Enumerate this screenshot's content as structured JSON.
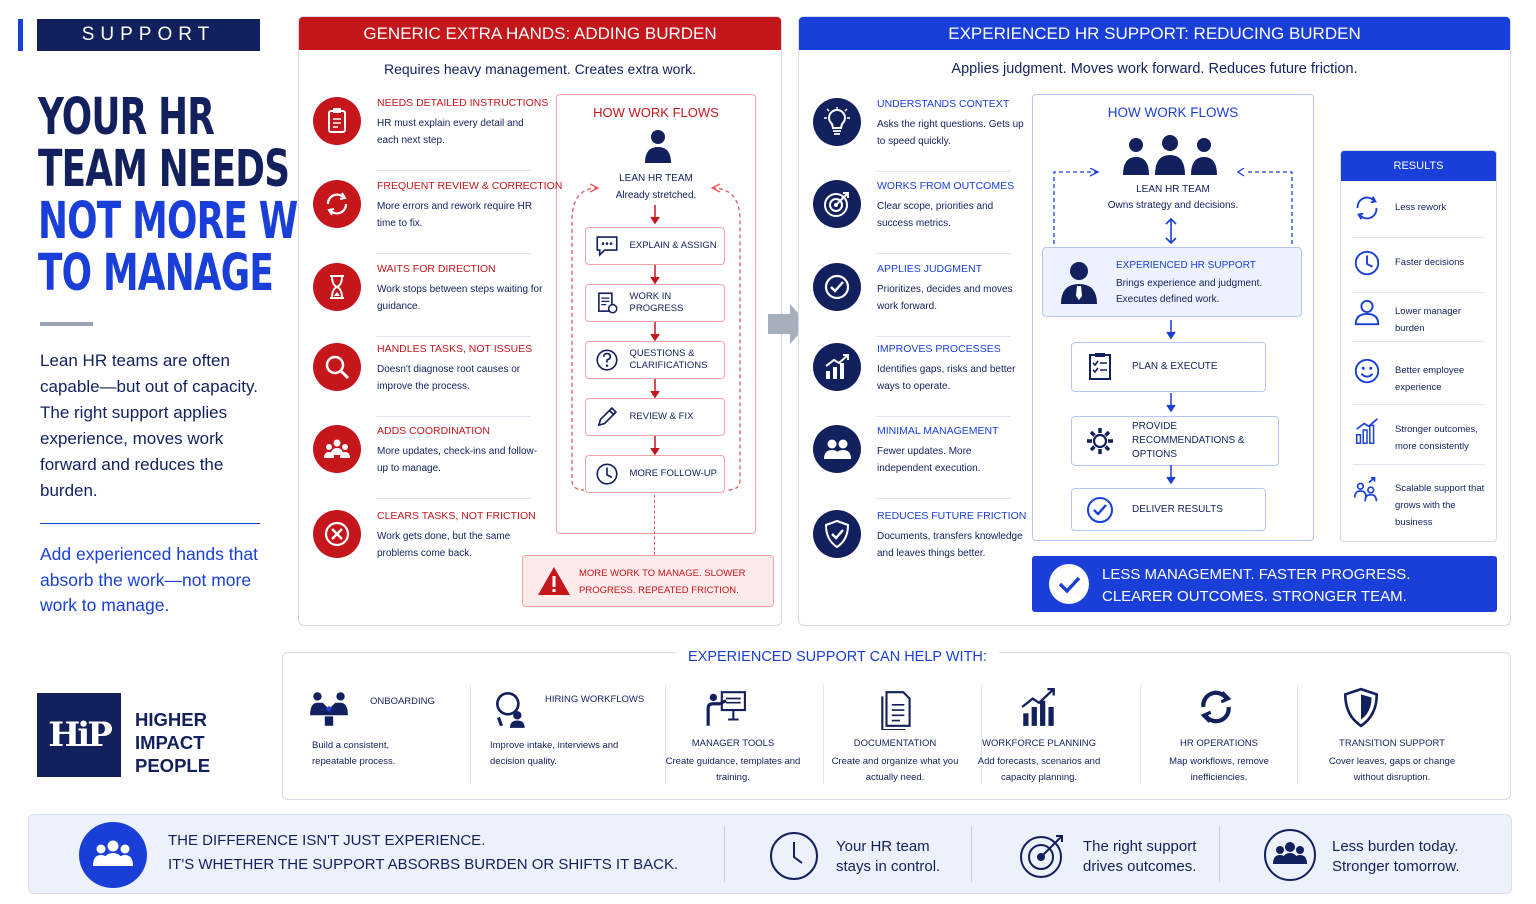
{
  "sidebar": {
    "tag": "SUPPORT",
    "headline_1": "YOUR HR",
    "headline_2": "TEAM NEEDS HELP",
    "headline_3": "NOT MORE WORK",
    "headline_4": "TO MANAGE",
    "lead": "Lean HR teams are often capable—but out of capacity. The right support applies experience, moves work forward and reduces the burden.",
    "lead2": "Add experienced hands that absorb the work—not more work to manage.",
    "logo_mark": "HiP",
    "logo_line1": "HIGHER",
    "logo_line2": "IMPACT",
    "logo_line3": "PEOPLE"
  },
  "generic": {
    "title": "GENERIC EXTRA HANDS: ADDING BURDEN",
    "subtitle": "Requires heavy management. Creates extra work.",
    "items": [
      {
        "title": "NEEDS DETAILED INSTRUCTIONS",
        "desc": "HR must explain every detail and each next step.",
        "icon": "clipboard-icon"
      },
      {
        "title": "FREQUENT REVIEW & CORRECTION",
        "desc": "More errors and rework require HR time to fix.",
        "icon": "refresh-icon"
      },
      {
        "title": "WAITS FOR DIRECTION",
        "desc": "Work stops between steps waiting for guidance.",
        "icon": "hourglass-icon"
      },
      {
        "title": "HANDLES TASKS, NOT ISSUES",
        "desc": "Doesn't diagnose root causes or improve the process.",
        "icon": "magnifier-icon"
      },
      {
        "title": "ADDS COORDINATION",
        "desc": "More updates, check-ins and follow-up to manage.",
        "icon": "group-icon"
      },
      {
        "title": "CLEARS TASKS, NOT FRICTION",
        "desc": "Work gets done, but the same problems come back.",
        "icon": "x-circle-icon"
      }
    ],
    "flow": {
      "title": "HOW WORK FLOWS",
      "team": "LEAN HR TEAM",
      "team_sub": "Already stretched.",
      "steps": [
        "EXPLAIN & ASSIGN",
        "WORK IN PROGRESS",
        "QUESTIONS & CLARIFICATIONS",
        "REVIEW & FIX",
        "MORE FOLLOW-UP"
      ],
      "warning": "MORE WORK TO MANAGE. SLOWER PROGRESS. REPEATED FRICTION."
    }
  },
  "experienced": {
    "title": "EXPERIENCED HR SUPPORT: REDUCING BURDEN",
    "subtitle": "Applies judgment. Moves work forward. Reduces future friction.",
    "items": [
      {
        "title": "UNDERSTANDS CONTEXT",
        "desc": "Asks the right questions. Gets up to speed quickly.",
        "icon": "lightbulb-icon"
      },
      {
        "title": "WORKS FROM OUTCOMES",
        "desc": "Clear scope, priorities and success metrics.",
        "icon": "target-icon"
      },
      {
        "title": "APPLIES JUDGMENT",
        "desc": "Prioritizes, decides and moves work forward.",
        "icon": "check-circle-icon"
      },
      {
        "title": "IMPROVES PROCESSES",
        "desc": "Identifies gaps, risks and better ways to operate.",
        "icon": "chart-up-icon"
      },
      {
        "title": "MINIMAL MANAGEMENT",
        "desc": "Fewer updates. More independent execution.",
        "icon": "people-icon"
      },
      {
        "title": "REDUCES FUTURE FRICTION",
        "desc": "Documents, transfers knowledge and leaves things better.",
        "icon": "shield-check-icon"
      }
    ],
    "flow": {
      "title": "HOW WORK FLOWS",
      "team": "LEAN HR TEAM",
      "team_sub": "Owns strategy and decisions.",
      "support": "EXPERIENCED HR SUPPORT",
      "support_sub": "Brings experience and judgment. Executes defined work.",
      "steps": [
        "PLAN & EXECUTE",
        "PROVIDE RECOMMENDATIONS & OPTIONS",
        "DELIVER RESULTS"
      ]
    },
    "results": {
      "title": "RESULTS",
      "items": [
        "Less rework",
        "Faster decisions",
        "Lower manager burden",
        "Better employee experience",
        "Stronger outcomes, more consistently",
        "Scalable support that grows with the business"
      ]
    },
    "banner_1": "LESS MANAGEMENT. FASTER PROGRESS.",
    "banner_2": "CLEARER OUTCOMES. STRONGER TEAM."
  },
  "help": {
    "title": "EXPERIENCED SUPPORT CAN HELP WITH:",
    "items": [
      {
        "title": "ONBOARDING",
        "desc": "Build a consistent, repeatable process."
      },
      {
        "title": "HIRING WORKFLOWS",
        "desc": "Improve intake, interviews and decision quality."
      },
      {
        "title": "MANAGER TOOLS",
        "desc": "Create guidance, templates and training."
      },
      {
        "title": "DOCUMENTATION",
        "desc": "Create and organize what you actually need."
      },
      {
        "title": "WORKFORCE PLANNING",
        "desc": "Add forecasts, scenarios and capacity planning."
      },
      {
        "title": "HR OPERATIONS",
        "desc": "Map workflows, remove inefficiencies."
      },
      {
        "title": "TRANSITION SUPPORT",
        "desc": "Cover leaves, gaps or change without disruption."
      }
    ]
  },
  "footer": {
    "main_1": "THE DIFFERENCE ISN'T JUST EXPERIENCE.",
    "main_2": "IT'S WHETHER THE SUPPORT ABSORBS BURDEN OR SHIFTS IT BACK.",
    "point_1a": "Your HR team",
    "point_1b": "stays in control.",
    "point_2a": "The right support",
    "point_2b": "drives outcomes.",
    "point_3a": "Less burden today.",
    "point_3b": "Stronger tomorrow."
  },
  "colors": {
    "navy": "#13205e",
    "blue": "#1a3fd8",
    "red": "#c5161b"
  }
}
